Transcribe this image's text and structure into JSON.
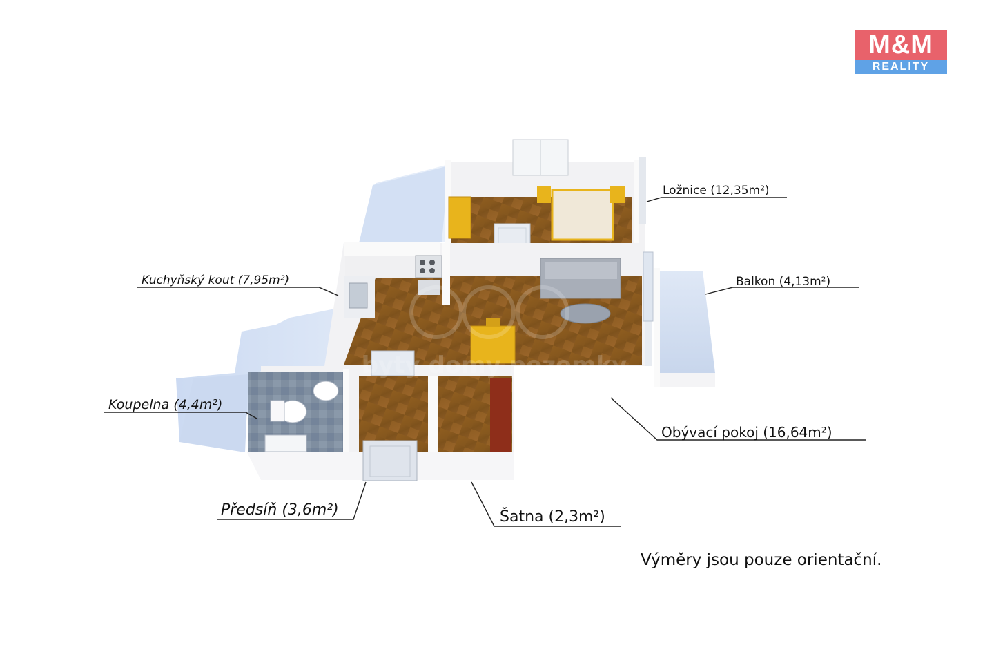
{
  "logo": {
    "top_text": "M&M",
    "bottom_text": "REALITY",
    "colors": {
      "top": "#e8626b",
      "bottom": "#5fa2e6"
    }
  },
  "watermark": "byty domy pozemky",
  "rooms": {
    "loznice": "Ložnice (12,35m²)",
    "kuchynsky_kout": "Kuchyňský kout (7,95m²)",
    "balkon": "Balkon (4,13m²)",
    "koupelna": "Koupelna (4,4m²)",
    "obyvaci_pokoj": "Obývací pokoj (16,64m²)",
    "predsin": "Předsíň (3,6m²)",
    "satna": "Šatna (2,3m²)"
  },
  "disclaimer": "Výměry jsou pouze orientační.",
  "colors": {
    "wood_floor": "#8a5a1e",
    "tile_floor": "#7e8ea0",
    "wall": "#f4f4f6",
    "shadow": "#d4e0f4",
    "furniture_yellow": "#e8b41c",
    "wardrobe_red": "#8e2e1a"
  }
}
